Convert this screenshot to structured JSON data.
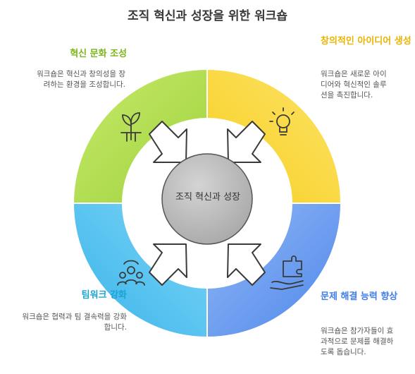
{
  "title": "조직 혁신과 성장을 위한 워크숍",
  "center": "조직 혁신과 성장",
  "quadrants": {
    "tl": {
      "heading": "혁신 문화 조성",
      "desc": "워크숍은 혁신과 창의성을 장려하는 환경을 조성합니다.",
      "icon": "sprout-icon",
      "color": "#a8d84a"
    },
    "tr": {
      "heading": "창의적인 아이디어 생성",
      "desc": "워크숍은 새로운 아이디어와 혁신적인 솔루션을 촉진합니다.",
      "icon": "lightbulb-icon",
      "color": "#f7d93c"
    },
    "bl": {
      "heading": "팀워크 강화",
      "desc": "워크숍은 협력과 팀 결속력을 강화합니다.",
      "icon": "team-icon",
      "color": "#5ec5f0"
    },
    "br": {
      "heading": "문제 해결 능력 향상",
      "desc": "워크숍은 참가자들이 효과적으로 문제를 해결하도록 돕습니다.",
      "icon": "puzzle-hand-icon",
      "color": "#6f9ef0"
    }
  }
}
